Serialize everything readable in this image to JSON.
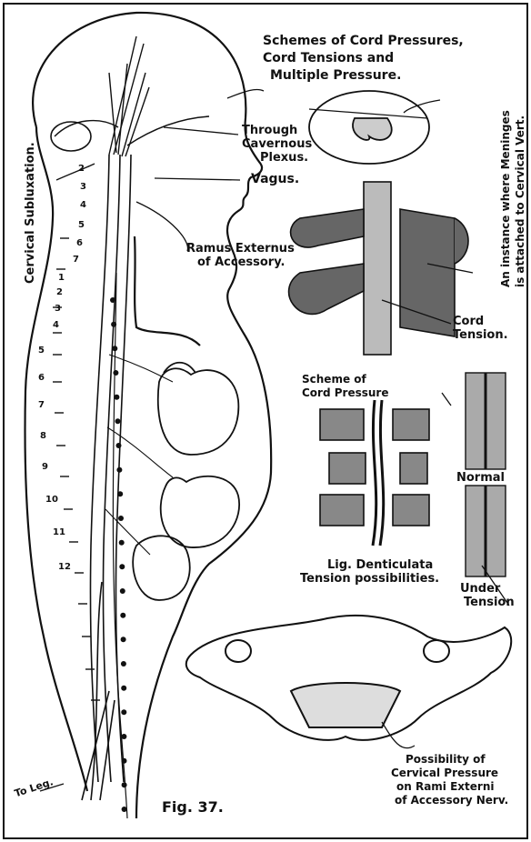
{
  "title_lines": [
    "Schemes of Cord Pressures,",
    "Cord Tensions and",
    "Multiple Pressure."
  ],
  "labels": {
    "cervical_subluxation": "Cervical Subluxation.",
    "through_cavernous": [
      "Through",
      "Cavernous",
      "Plexus."
    ],
    "vagus": "Vagus.",
    "ramus_externus": [
      "Ramus Externus",
      "of Accessory."
    ],
    "meninges_note": [
      "An instance where Meninges",
      "is attached to Cervical Vert."
    ],
    "cord_tension": [
      "Cord",
      "Tension."
    ],
    "scheme_cord_pressure": [
      "Scheme of",
      "Cord Pressure"
    ],
    "normal": "Normal",
    "lig_denticulata": [
      "Lig. Denticulata",
      "Tension possibilities."
    ],
    "under_tension": [
      "Under",
      "Tension"
    ],
    "cervical_pressure": [
      "Possibility of",
      "Cervical Pressure",
      "on Rami Externi",
      "of Accessory Nerv."
    ],
    "to_leg": "To Leg.",
    "fig": "Fig. 37."
  },
  "cervical_numbers": [
    "2",
    "3",
    "4",
    "5",
    "6",
    "7"
  ],
  "dorsal_numbers": [
    "1",
    "2",
    "3",
    "4",
    "5",
    "6",
    "7",
    "8",
    "9",
    "10",
    "11",
    "12"
  ]
}
